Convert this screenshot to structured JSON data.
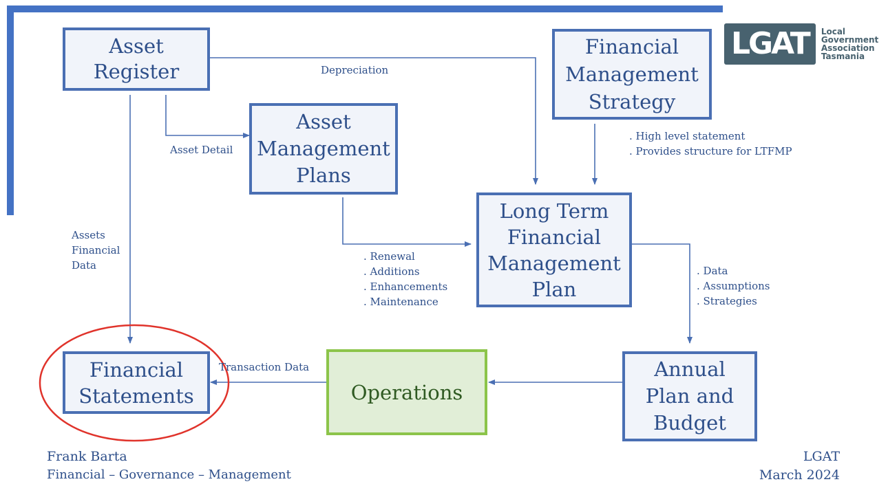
{
  "colors": {
    "primary": "#4a6fb3",
    "box_fill": "#f1f4fa",
    "text": "#2e4f8a",
    "operations_border": "#8cc44a",
    "operations_fill": "#e1eed7",
    "highlight_circle": "#e0332b",
    "logo": "#48626f"
  },
  "boxes": {
    "asset_register": "Asset\nRegister",
    "financial_management_strategy": "Financial\nManagement\nStrategy",
    "asset_management_plans": "Asset\nManagement\nPlans",
    "ltfmp": "Long Term\nFinancial\nManagement\nPlan",
    "financial_statements": "Financial\nStatements",
    "operations": "Operations",
    "annual_plan": "Annual\nPlan and\nBudget"
  },
  "labels": {
    "depreciation": "Depreciation",
    "asset_detail": "Asset Detail",
    "strategy_notes": ". High level statement\n. Provides structure for LTFMP",
    "assets_financial_data": "Assets\nFinancial\nData",
    "amp_outputs": ". Renewal\n. Additions\n. Enhancements\n. Maintenance",
    "ltfmp_outputs": ". Data\n. Assumptions\n. Strategies",
    "transaction_data": "Transaction Data"
  },
  "logo": {
    "mark": "LGAT",
    "text": "Local\nGovernment\nAssociation\nTasmania"
  },
  "footer": {
    "author": "Frank Barta",
    "subtitle": "Financial – Governance – Management",
    "org": "LGAT",
    "date": "March 2024"
  }
}
